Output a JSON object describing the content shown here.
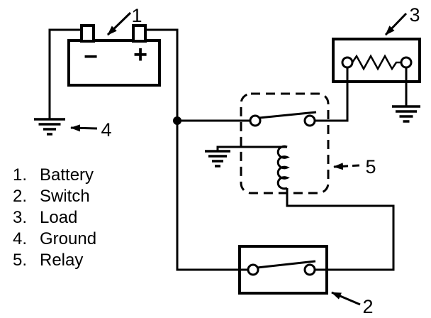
{
  "diagram": {
    "kind": "relay-circuit-schematic",
    "line_color": "#000000",
    "background_color": "#ffffff"
  },
  "legend": {
    "items": [
      {
        "num": "1.",
        "label": "Battery"
      },
      {
        "num": "2.",
        "label": "Switch"
      },
      {
        "num": "3.",
        "label": "Load"
      },
      {
        "num": "4.",
        "label": "Ground"
      },
      {
        "num": "5.",
        "label": "Relay"
      }
    ]
  },
  "callouts": {
    "battery": "1",
    "switch": "2",
    "load": "3",
    "ground": "4",
    "relay": "5"
  },
  "battery": {
    "negative_sign": "−",
    "positive_sign": "+"
  }
}
